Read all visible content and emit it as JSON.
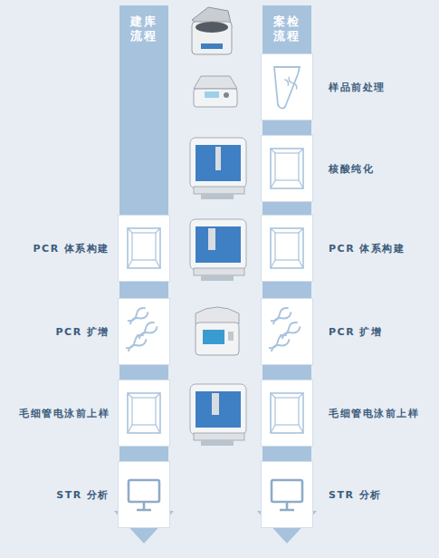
{
  "diagram": {
    "nodes": [
      {
        "text": [
          "建库流程"
        ]
      },
      {
        "text": [
          "PCR 体系构建"
        ],
        "in": 0
      },
      {
        "text": [
          "PCR 扩增"
        ],
        "in": 0
      },
      {
        "text": [
          "毛细管电泳前上样"
        ],
        "in": 0
      },
      {
        "text": [
          "STR 分析"
        ],
        "in": 0
      },
      {
        "text": [
          "案检流程"
        ]
      },
      {
        "text": [
          "样品前处理"
        ],
        "in": 5
      },
      {
        "text": [
          "核酸纯化"
        ],
        "in": 5
      },
      {
        "text": [
          "PCR 体系构建"
        ],
        "in": 5
      },
      {
        "text": [
          "PCR 扩增"
        ],
        "in": 5
      },
      {
        "text": [
          "毛细管电泳前上样"
        ],
        "in": 5
      },
      {
        "text": [
          "STR 分析"
        ],
        "in": 5
      }
    ]
  }
}
